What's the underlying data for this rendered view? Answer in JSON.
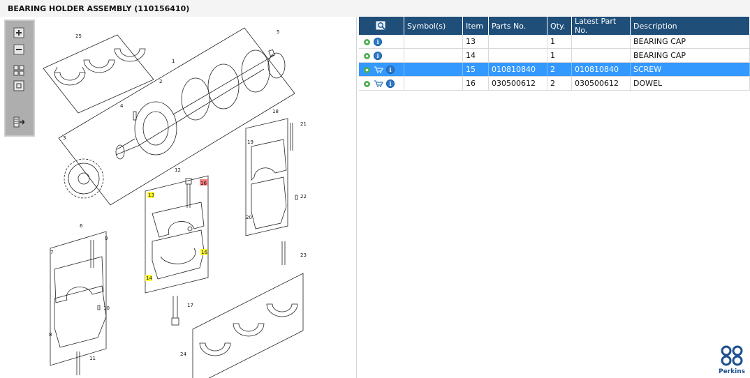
{
  "header": {
    "title": "BEARING HOLDER ASSEMBLY (110156410)"
  },
  "toolbar": {
    "buttons": [
      {
        "name": "zoom-in",
        "icon": "plus-icon"
      },
      {
        "name": "zoom-out",
        "icon": "minus-icon"
      },
      {
        "name": "fit-grid",
        "icon": "grid-icon"
      },
      {
        "name": "actual-size",
        "icon": "square-icon"
      },
      {
        "name": "export",
        "icon": "export-icon"
      }
    ]
  },
  "diagram": {
    "callouts": {
      "c1": "1",
      "c2": "2",
      "c3": "3",
      "c4": "4",
      "c5": "5",
      "c6": "6",
      "c7": "7",
      "c8": "8",
      "c9": "9",
      "c10": "10",
      "c11": "11",
      "c12": "12",
      "c13": "13",
      "c14": "14",
      "c16a": "16",
      "c16b": "16",
      "c17": "17",
      "c18": "18",
      "c19": "19",
      "c20": "20",
      "c21": "21",
      "c22": "22",
      "c23": "23",
      "c24": "24",
      "c25": "25"
    },
    "highlight_color": "#ffff33",
    "selected_callout_color": "#f08080"
  },
  "parts_table": {
    "columns": {
      "symbols": "Symbol(s)",
      "item": "Item",
      "parts_no": "Parts No.",
      "qty": "Qty.",
      "latest": "Latest Part No.",
      "description": "Description"
    },
    "rows": [
      {
        "item": "13",
        "parts_no": "",
        "qty": "1",
        "latest": "",
        "description": "BEARING CAP",
        "cart": false
      },
      {
        "item": "14",
        "parts_no": "",
        "qty": "1",
        "latest": "",
        "description": "BEARING CAP",
        "cart": false
      },
      {
        "item": "15",
        "parts_no": "010810840",
        "qty": "2",
        "latest": "010810840",
        "description": "SCREW",
        "cart": true,
        "selected": true
      },
      {
        "item": "16",
        "parts_no": "030500612",
        "qty": "2",
        "latest": "030500612",
        "description": "DOWEL",
        "cart": true
      }
    ],
    "header_color": "#1f4e79",
    "selected_color": "#3399ff"
  },
  "brand": {
    "name": "Perkins",
    "color": "#1c4f8f"
  }
}
